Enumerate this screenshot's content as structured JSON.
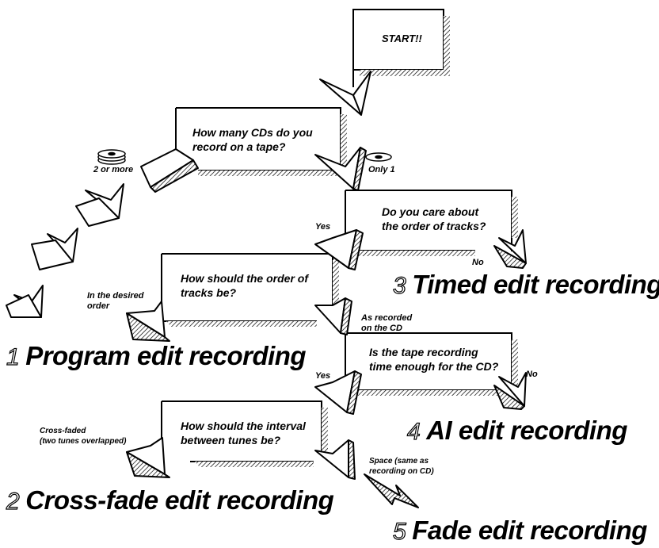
{
  "start": {
    "label": "START!!"
  },
  "questions": {
    "q1": {
      "line1": "How many CDs do you",
      "line2": "record on a tape?"
    },
    "q2": {
      "line1": "Do you care about",
      "line2": "the order of tracks?"
    },
    "q3": {
      "line1": "How should the order of",
      "line2": "tracks be?"
    },
    "q4": {
      "line1": "Is the tape recording",
      "line2": "time enough for the CD?"
    },
    "q5": {
      "line1": "How should the interval",
      "line2": "between tunes be?"
    }
  },
  "answers": {
    "two_or_more": "2 or more",
    "only_one": "Only 1",
    "yes_q2": "Yes",
    "no_q2": "No",
    "desired_order_1": "In the desired",
    "desired_order_2": "order",
    "as_recorded_1": "As recorded",
    "as_recorded_2": "on the CD",
    "yes_q4": "Yes",
    "no_q4": "No",
    "cross_faded_1": "Cross-faded",
    "cross_faded_2": "(two tunes overlapped)",
    "space_1": "Space (same as",
    "space_2": "recording on CD)"
  },
  "results": {
    "r1": {
      "num": "1",
      "text": "Program edit recording"
    },
    "r2": {
      "num": "2",
      "text": "Cross-fade edit recording"
    },
    "r3": {
      "num": "3",
      "text": "Timed edit recording"
    },
    "r4": {
      "num": "4",
      "text": "AI edit recording"
    },
    "r5": {
      "num": "5",
      "text": "Fade edit recording"
    }
  },
  "icons": [
    "cd-stack-icon",
    "single-cd-icon",
    "flow-arrow-icon"
  ]
}
